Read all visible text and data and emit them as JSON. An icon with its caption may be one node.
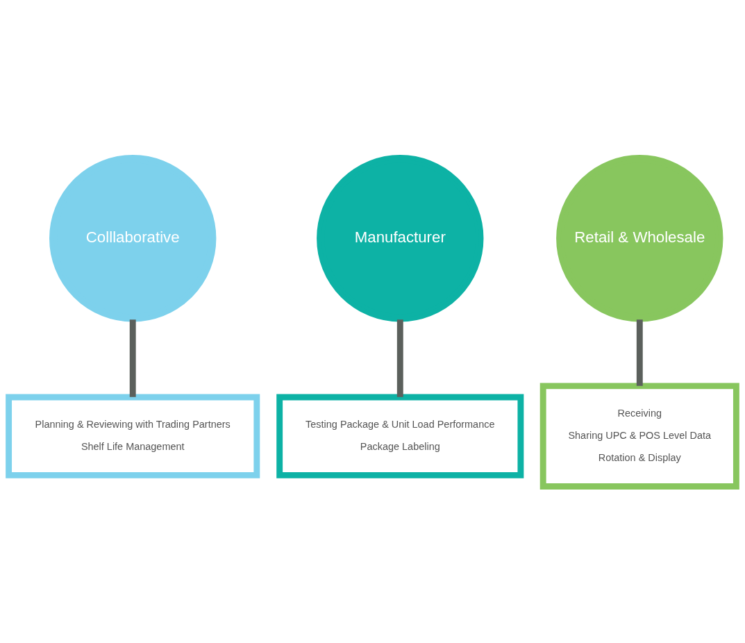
{
  "diagram": {
    "nodes": [
      {
        "text": [
          "Colllaborative"
        ]
      },
      {
        "text": [
          "Manufacturer"
        ]
      },
      {
        "text": [
          "Retail & Wholesale"
        ]
      },
      {
        "text": [
          "Planning & Reviewing with Trading Partners",
          "Shelf Life Management"
        ]
      },
      {
        "text": [
          "Testing Package & Unit Load Performance",
          "Package Labeling"
        ]
      },
      {
        "text": [
          "Receiving",
          "Sharing UPC & POS Level Data",
          "Rotation & Display"
        ]
      }
    ],
    "edges": [
      {
        "from": 0,
        "to": 3,
        "arrow": "none"
      },
      {
        "from": 1,
        "to": 4,
        "arrow": "none"
      },
      {
        "from": 2,
        "to": 5,
        "arrow": "none"
      }
    ]
  }
}
